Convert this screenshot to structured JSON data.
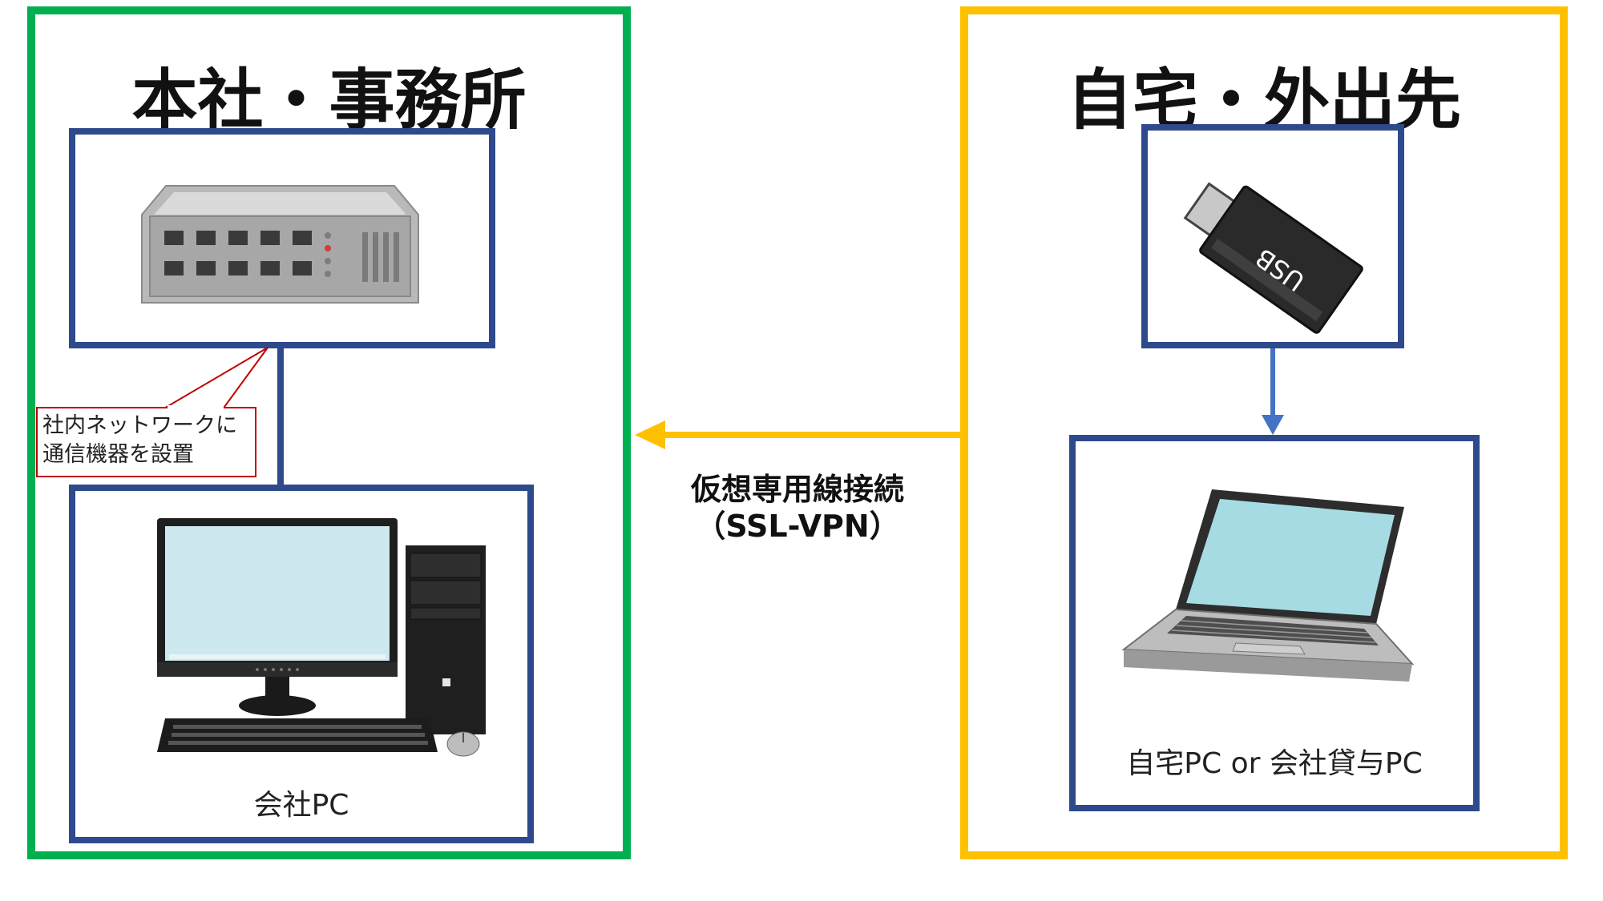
{
  "office": {
    "title": "本社・事務所",
    "router_icon": "network-switch-icon",
    "pc_icon": "desktop-pc-icon",
    "pc_caption": "会社PC",
    "callout_line1": "社内ネットワークに",
    "callout_line2": "通信機器を設置",
    "zone_color": "#00b050"
  },
  "remote": {
    "title": "自宅・外出先",
    "usb_icon": "usb-key-icon",
    "usb_label": "USB",
    "laptop_icon": "laptop-icon",
    "laptop_caption": "自宅PC or 会社貸与PC",
    "zone_color": "#ffc000"
  },
  "connection": {
    "line1": "仮想専用線接続",
    "line2": "（SSL-VPN）",
    "arrow_color": "#ffc000"
  },
  "colors": {
    "box_border": "#2e4a8c",
    "usb_arrow": "#4472c4",
    "callout_border": "#c00000"
  }
}
